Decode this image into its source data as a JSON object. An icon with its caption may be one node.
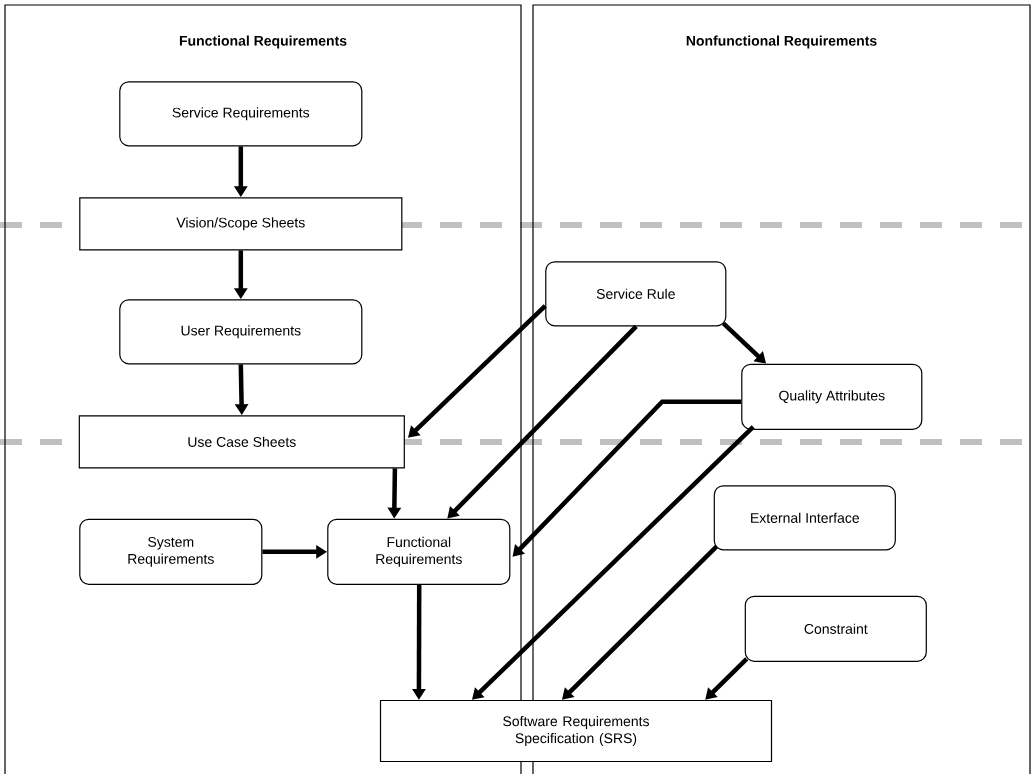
{
  "diagram": {
    "nodes": [
      {
        "text": [
          "Functional Requirements"
        ]
      },
      {
        "text": [
          "Nonfunctional Requirements"
        ]
      },
      {
        "text": [
          "Service Requirements"
        ],
        "in": 0
      },
      {
        "text": [
          "Vision/Scope Sheets"
        ],
        "in": 0
      },
      {
        "text": [
          "User Requirements"
        ],
        "in": 0
      },
      {
        "text": [
          "Use Case Sheets"
        ],
        "in": 0
      },
      {
        "text": [
          "System Requirements"
        ],
        "in": 0
      },
      {
        "text": [
          "Functional Requirements"
        ],
        "in": 0
      },
      {
        "text": [
          "Service Rule"
        ],
        "in": 1
      },
      {
        "text": [
          "Quality Attributes"
        ],
        "in": 1
      },
      {
        "text": [
          "External Interface"
        ],
        "in": 1
      },
      {
        "text": [
          "Constraint"
        ],
        "in": 1
      },
      {
        "text": [
          "Software Requirements Specification (SRS)"
        ]
      }
    ],
    "edges": [
      {
        "from": 2,
        "to": 3,
        "arrow": "to"
      },
      {
        "from": 3,
        "to": 4,
        "arrow": "to"
      },
      {
        "from": 4,
        "to": 5,
        "arrow": "to"
      },
      {
        "from": 8,
        "to": 5,
        "arrow": "to"
      },
      {
        "from": 5,
        "to": 7,
        "arrow": "to"
      },
      {
        "from": 6,
        "to": 7,
        "arrow": "to"
      },
      {
        "from": 8,
        "to": 7,
        "arrow": "to"
      },
      {
        "from": 8,
        "to": 9,
        "arrow": "to"
      },
      {
        "from": 9,
        "to": 7,
        "arrow": "to"
      },
      {
        "from": 9,
        "to": 12,
        "arrow": "to"
      },
      {
        "from": 10,
        "to": 12,
        "arrow": "to"
      },
      {
        "from": 11,
        "to": 12,
        "arrow": "to"
      },
      {
        "from": 7,
        "to": 12,
        "arrow": "to"
      }
    ]
  }
}
